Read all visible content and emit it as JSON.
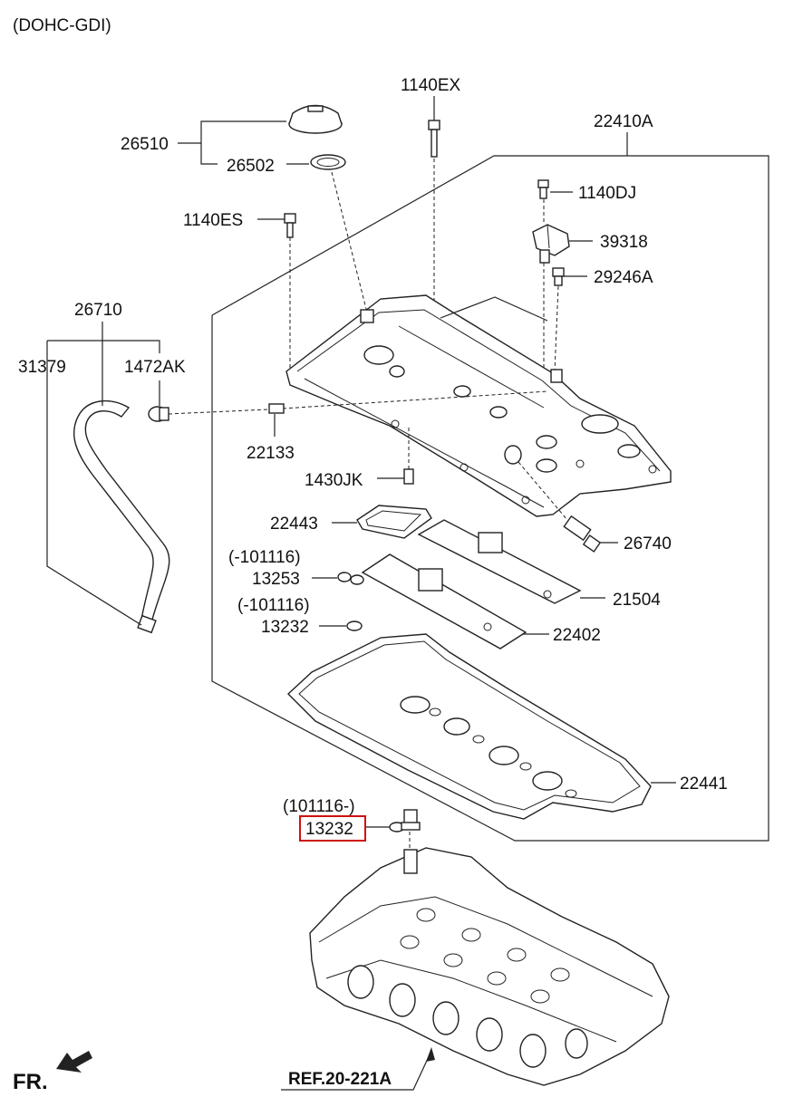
{
  "header": {
    "engine_label": "(DOHC-GDI)"
  },
  "labels": {
    "p1140EX": "1140EX",
    "p26510": "26510",
    "p26502": "26502",
    "p22410A": "22410A",
    "p1140DJ": "1140DJ",
    "p1140ES": "1140ES",
    "p39318": "39318",
    "p29246A": "29246A",
    "p26710": "26710",
    "p31379": "31379",
    "p1472AK": "1472AK",
    "p22133": "22133",
    "p1430JK": "1430JK",
    "p22443": "22443",
    "p26740": "26740",
    "date_before_1": "(-101116)",
    "p13253": "13253",
    "p21504": "21504",
    "date_before_2": "(-101116)",
    "p13232_a": "13232",
    "p22402": "22402",
    "p22441": "22441",
    "date_after": "(101116-)",
    "p13232_b": "13232",
    "reference": "REF.20-221A",
    "front_marker": "FR."
  },
  "highlight": {
    "part": "13232",
    "color": "#d01010"
  }
}
